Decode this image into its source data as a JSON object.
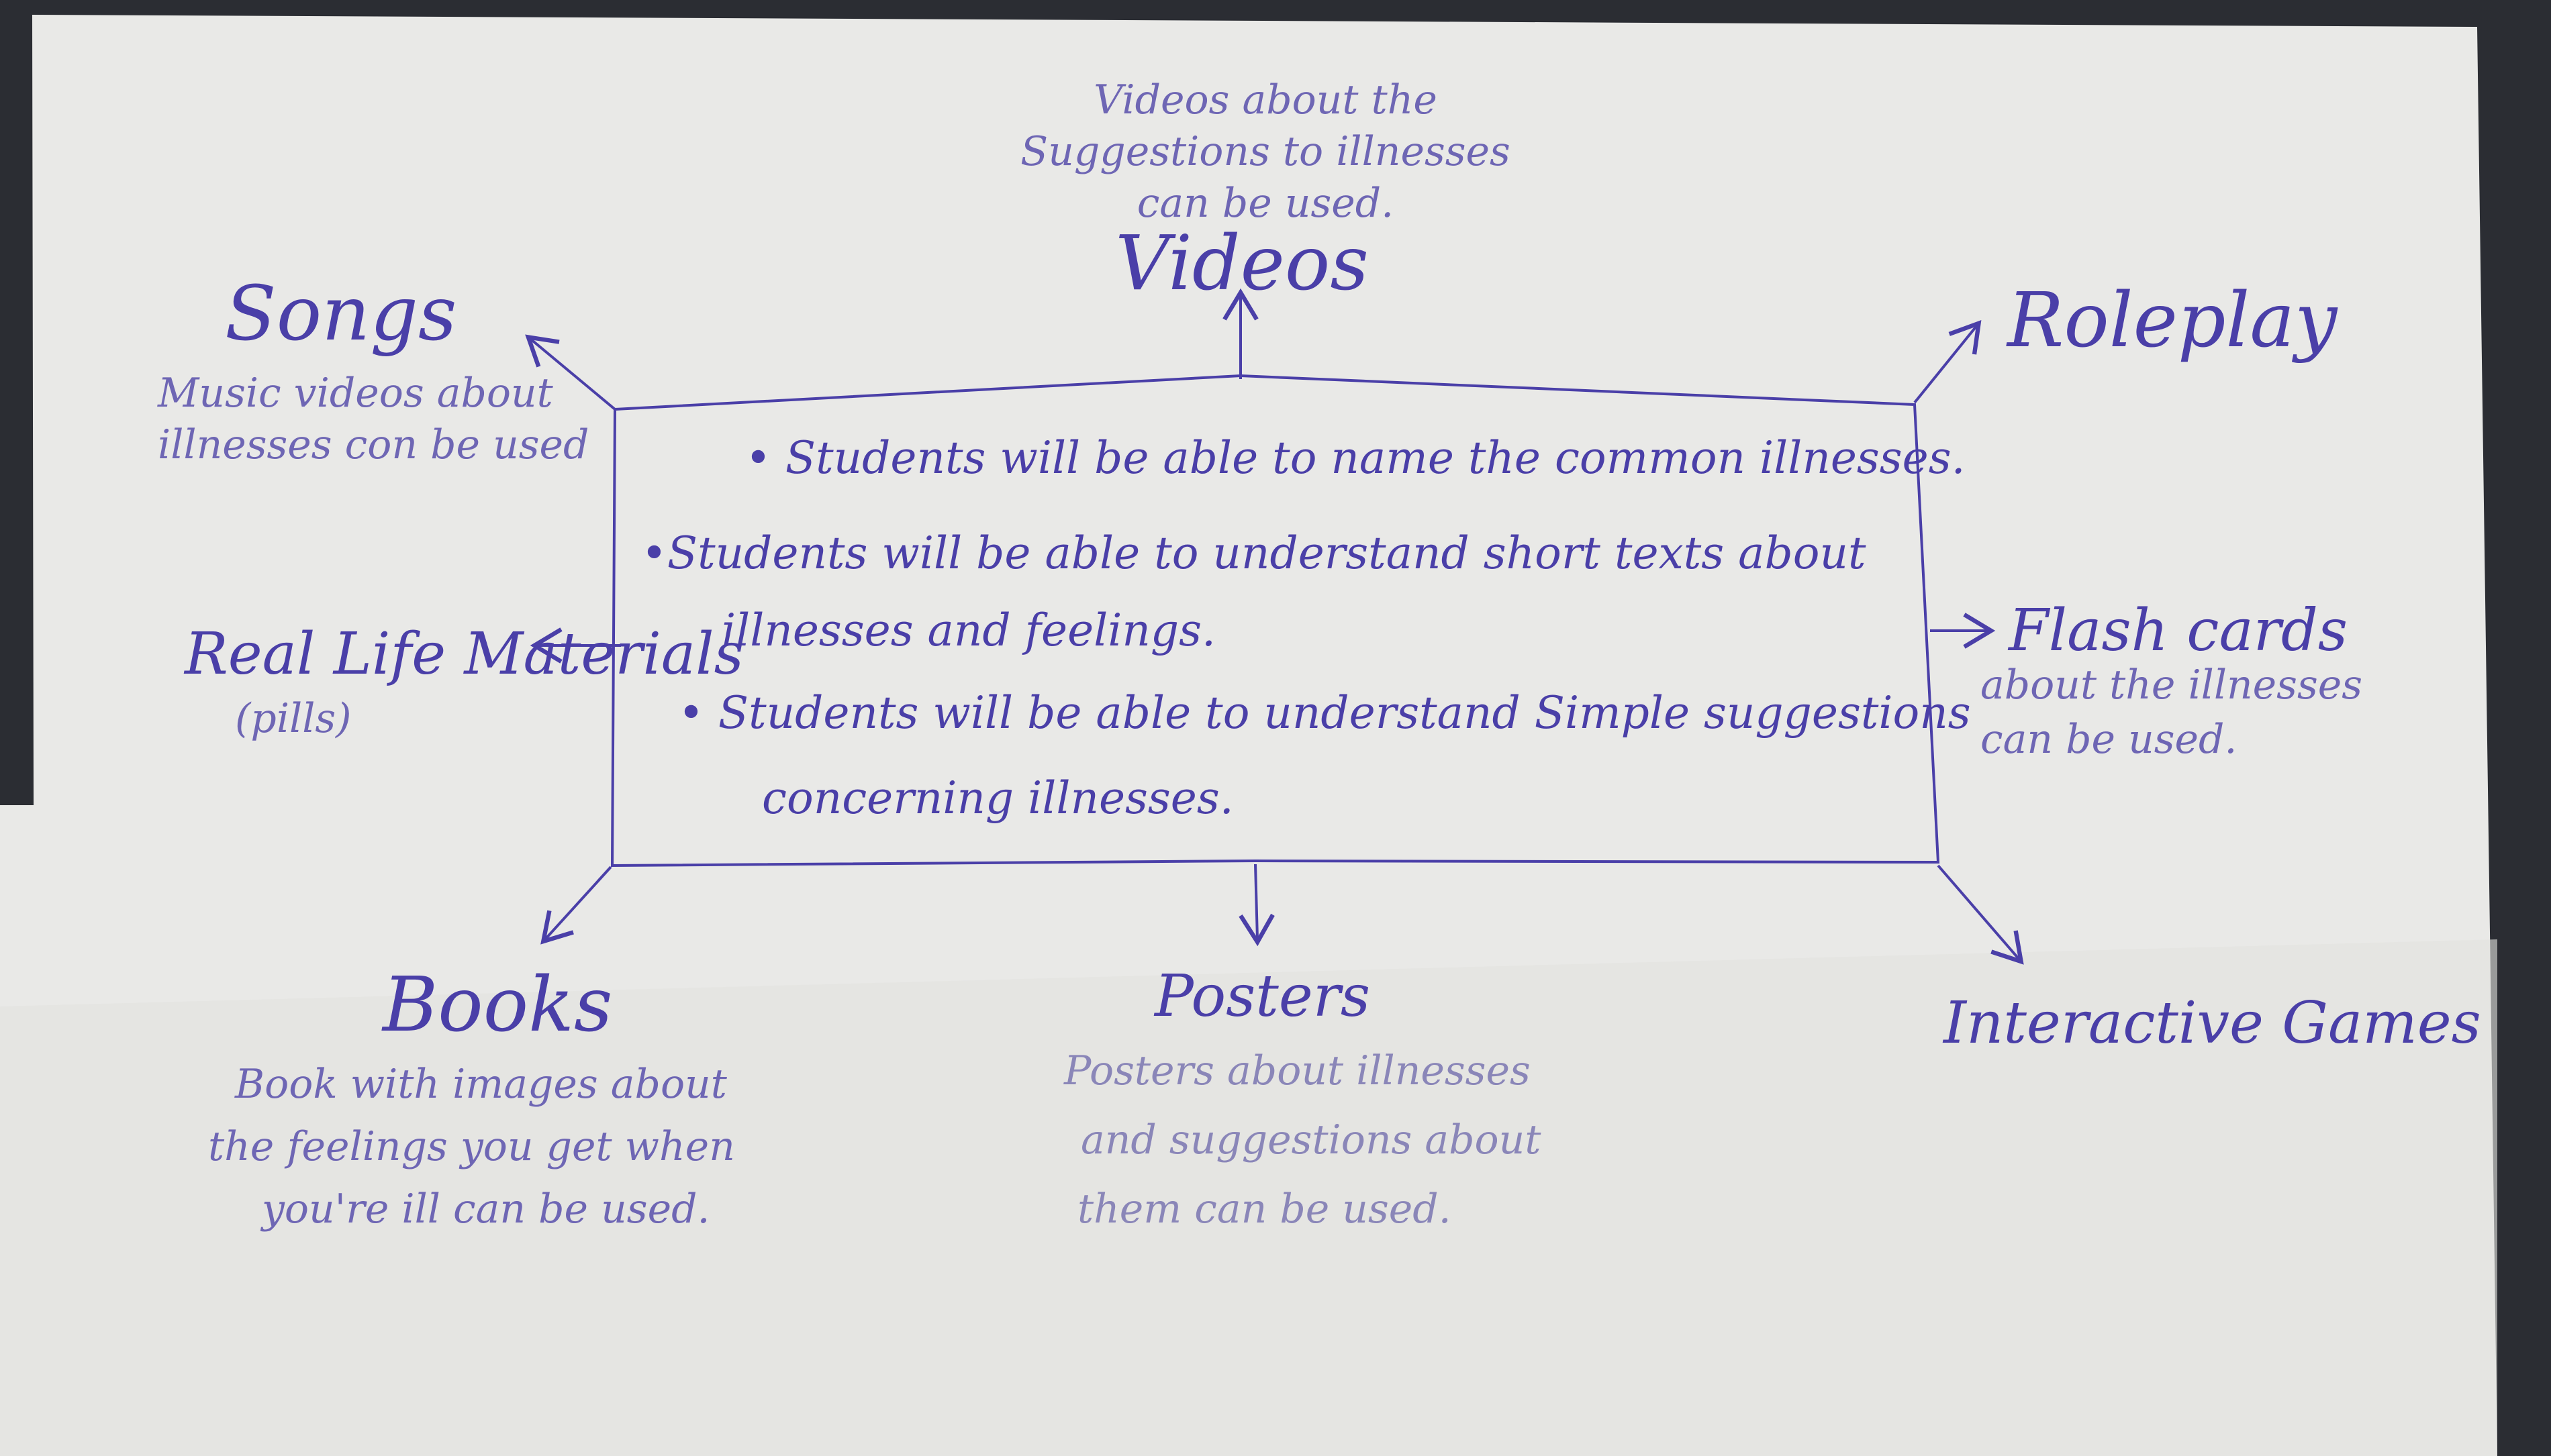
{
  "colors": {
    "ink": "#4a3fa8",
    "paper": "#e9e9e7",
    "background": "#2b2d33"
  },
  "center": {
    "objectives": [
      "• Students will be able to name the common illnesses.",
      "•Students will be able to understand short texts about",
      "illnesses and feelings.",
      "• Students will be able to understand Simple suggestions",
      "concerning illnesses."
    ]
  },
  "nodes": {
    "videos": {
      "title": "Videos",
      "description": [
        "Videos about the",
        "Suggestions to illnesses",
        "can be used."
      ]
    },
    "songs": {
      "title": "Songs",
      "description": [
        "Music videos about",
        "illnesses con be used"
      ]
    },
    "roleplay": {
      "title": "Roleplay"
    },
    "real_life": {
      "title": "Real Life Materials",
      "description": [
        "(pills)"
      ]
    },
    "flash_cards": {
      "title": "Flash cards",
      "description": [
        "about the illnesses",
        "can be used."
      ]
    },
    "books": {
      "title": "Books",
      "description": [
        "Book with images about",
        "the feelings you get when",
        "you're ill can be used."
      ]
    },
    "posters": {
      "title": "Posters",
      "description": [
        "Posters about illnesses",
        "and suggestions about",
        "them can be used."
      ]
    },
    "games": {
      "title": "Interactive Games"
    }
  }
}
